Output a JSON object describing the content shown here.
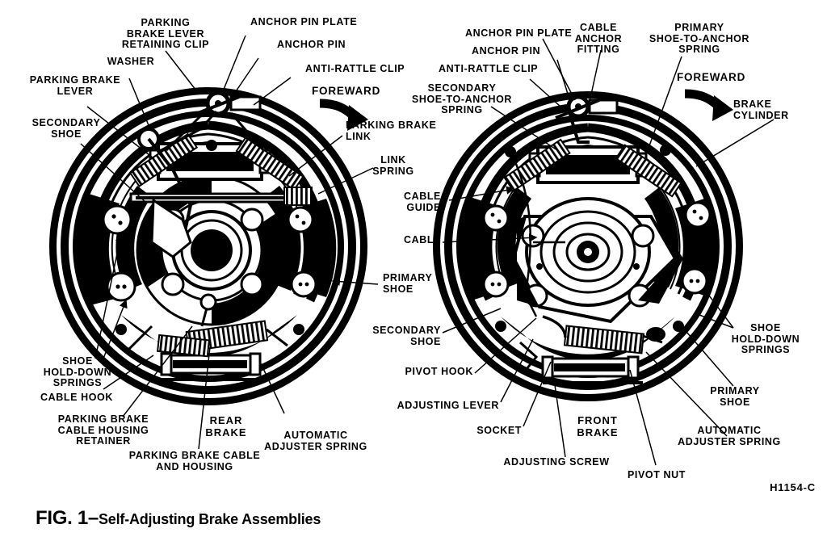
{
  "figure": {
    "fig_number": "FIG. 1",
    "dash": "–",
    "title": "Self-Adjusting Brake Assemblies",
    "code": "H1154-C"
  },
  "diagrams": [
    {
      "id": "rear-brake",
      "name_line1": "REAR",
      "name_line2": "BRAKE",
      "direction_label": "FOREWARD"
    },
    {
      "id": "front-brake",
      "name_line1": "FRONT",
      "name_line2": "BRAKE",
      "direction_label": "FOREWARD"
    }
  ],
  "labels_rear": [
    {
      "id": "parking-brake-lever-retaining-clip",
      "text": "PARKING\nBRAKE LEVER\nRETAINING CLIP"
    },
    {
      "id": "anchor-pin-plate",
      "text": "ANCHOR PIN PLATE"
    },
    {
      "id": "anchor-pin",
      "text": "ANCHOR PIN"
    },
    {
      "id": "washer",
      "text": "WASHER"
    },
    {
      "id": "anti-rattle-clip",
      "text": "ANTI-RATTLE CLIP"
    },
    {
      "id": "parking-brake-lever",
      "text": "PARKING BRAKE\nLEVER"
    },
    {
      "id": "parking-brake-link",
      "text": "PARKING BRAKE\nLINK"
    },
    {
      "id": "secondary-shoe",
      "text": "SECONDARY\nSHOE"
    },
    {
      "id": "link-spring",
      "text": "LINK\nSPRING"
    },
    {
      "id": "primary-shoe",
      "text": "PRIMARY\nSHOE"
    },
    {
      "id": "shoe-hold-down-springs",
      "text": "SHOE\nHOLD-DOWN\nSPRINGS"
    },
    {
      "id": "cable-hook",
      "text": "CABLE HOOK"
    },
    {
      "id": "parking-brake-cable-housing-retainer",
      "text": "PARKING BRAKE\nCABLE HOUSING\nRETAINER"
    },
    {
      "id": "parking-brake-cable-and-housing",
      "text": "PARKING BRAKE CABLE\nAND HOUSING"
    },
    {
      "id": "automatic-adjuster-spring",
      "text": "AUTOMATIC\nADJUSTER SPRING"
    }
  ],
  "labels_front": [
    {
      "id": "anchor-pin-plate",
      "text": "ANCHOR PIN PLATE"
    },
    {
      "id": "cable-anchor-fitting",
      "text": "CABLE\nANCHOR\nFITTING"
    },
    {
      "id": "primary-shoe-to-anchor-spring",
      "text": "PRIMARY\nSHOE-TO-ANCHOR\nSPRING"
    },
    {
      "id": "anchor-pin",
      "text": "ANCHOR PIN"
    },
    {
      "id": "anti-rattle-clip",
      "text": "ANTI-RATTLE CLIP"
    },
    {
      "id": "secondary-shoe-to-anchor-spring",
      "text": "SECONDARY\nSHOE-TO-ANCHOR\nSPRING"
    },
    {
      "id": "brake-cylinder",
      "text": "BRAKE\nCYLINDER"
    },
    {
      "id": "cable-guide",
      "text": "CABLE\nGUIDE"
    },
    {
      "id": "cable",
      "text": "CABLE"
    },
    {
      "id": "secondary-shoe",
      "text": "SECONDARY\nSHOE"
    },
    {
      "id": "pivot-hook",
      "text": "PIVOT HOOK"
    },
    {
      "id": "adjusting-lever",
      "text": "ADJUSTING LEVER"
    },
    {
      "id": "socket",
      "text": "SOCKET"
    },
    {
      "id": "adjusting-screw",
      "text": "ADJUSTING SCREW"
    },
    {
      "id": "pivot-nut",
      "text": "PIVOT NUT"
    },
    {
      "id": "shoe-hold-down-springs",
      "text": "SHOE\nHOLD-DOWN\nSPRINGS"
    },
    {
      "id": "primary-shoe",
      "text": "PRIMARY\nSHOE"
    },
    {
      "id": "automatic-adjuster-spring",
      "text": "AUTOMATIC\nADJUSTER SPRING"
    }
  ],
  "colors": {
    "ink": "#000000",
    "paper": "#ffffff"
  }
}
